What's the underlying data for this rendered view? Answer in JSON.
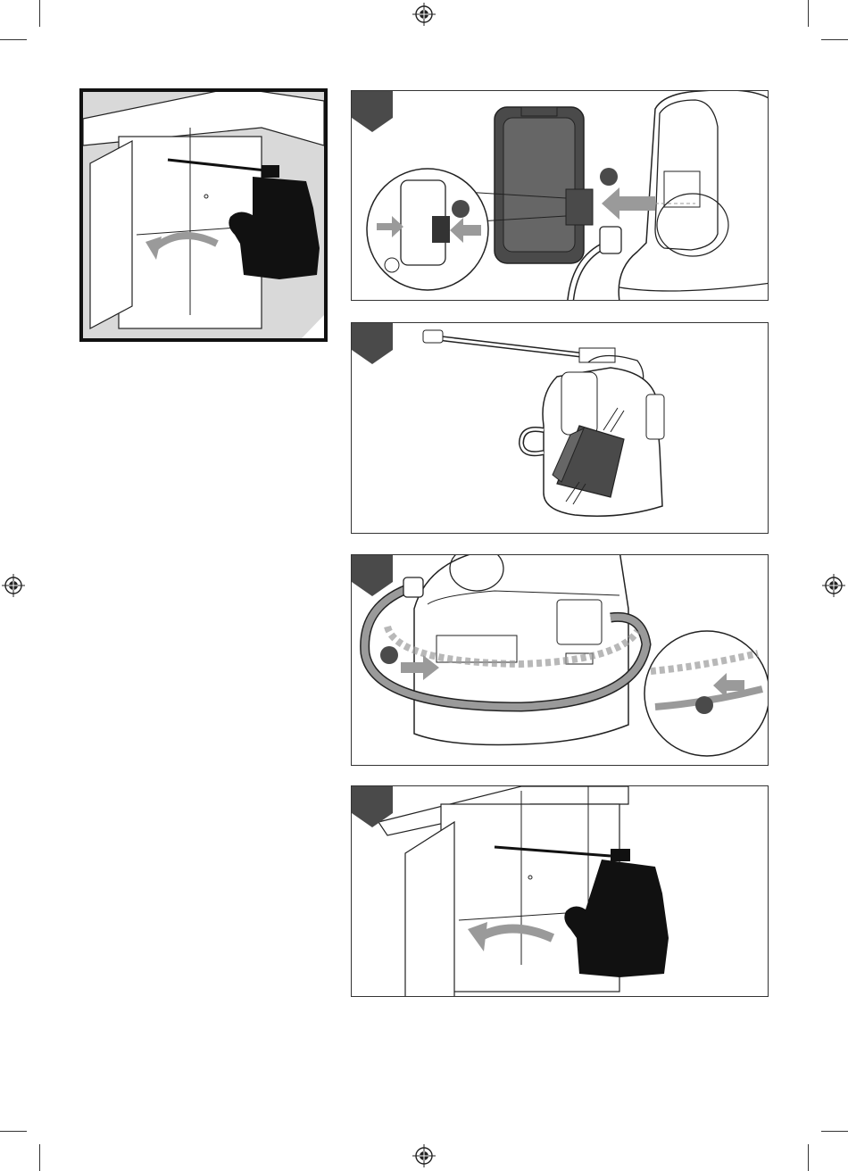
{
  "page": {
    "description_free": true
  },
  "colors": {
    "ink": "#222222",
    "tab_fill": "#4a4a4a",
    "arrow_grey": "#9a9a9a",
    "shadow_grey": "#d9d9d9",
    "sprayer_black": "#111111"
  },
  "icons": {
    "registration_marks": [
      "registration-mark-top",
      "registration-mark-left",
      "registration-mark-right",
      "registration-mark-bottom"
    ]
  },
  "steps": [
    {
      "id": "step-1",
      "icon": "insert-battery-illustration"
    },
    {
      "id": "step-2",
      "icon": "wipe-clean-illustration"
    },
    {
      "id": "step-3",
      "icon": "wrap-hose-illustration"
    },
    {
      "id": "step-4",
      "icon": "store-in-cabinet-illustration"
    }
  ]
}
